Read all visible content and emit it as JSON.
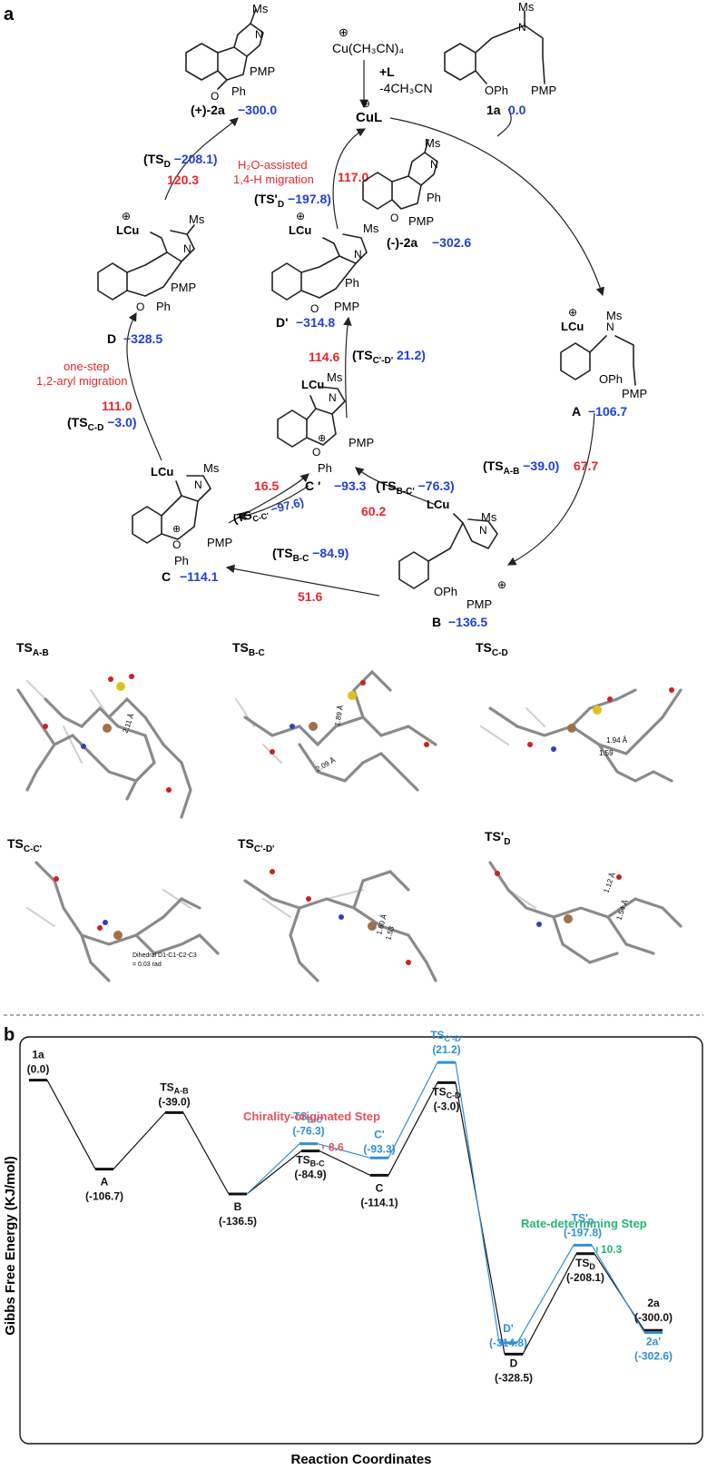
{
  "panel_a_label": "a",
  "panel_b_label": "b",
  "cycle": {
    "cu_source_plus": "⊕",
    "cu_source": "Cu(CH₃CN)₄",
    "plus_L": "+L",
    "minus_mecn": "-4CH₃CN",
    "cul": "CuL",
    "label_2a_pos": "(+)-2a",
    "value_2a_pos": "−300.0",
    "label_2a_neg": "(-)-2a",
    "value_2a_neg": "−302.6",
    "label_1a": "1a",
    "value_1a": "0.0",
    "label_A": "A",
    "value_A": "−106.7",
    "label_B": "B",
    "value_B": "−136.5",
    "label_C": "C",
    "value_C": "−114.1",
    "label_Cp": "C '",
    "value_Cp": "−93.3",
    "label_D": "D",
    "value_D": "−328.5",
    "label_Dp": "D'",
    "value_Dp": "−314.8",
    "ts_d": "(TS",
    "ts_d_sub": "D",
    "ts_d_val": "−208.1)",
    "ts_d_barrier": "120.3",
    "ts_dp": "(TS'",
    "ts_dp_sub": "D",
    "ts_dp_val": "−197.8)",
    "ts_dp_barrier": "117.0",
    "h2o_line1": "H₂O-assisted",
    "h2o_line2": "1,4-H migration",
    "ts_cpdp": "(TS",
    "ts_cpdp_sub": "C'-D'",
    "ts_cpdp_val": "21.2)",
    "ts_cpdp_barrier": "114.6",
    "onestep_line1": "one-step",
    "onestep_line2": "1,2-aryl migration",
    "ts_cd_barrier": "111.0",
    "ts_cd": "(TS",
    "ts_cd_sub": "C-D",
    "ts_cd_val": "−3.0)",
    "ts_ab": "(TS",
    "ts_ab_sub": "A-B",
    "ts_ab_val": "−39.0)",
    "ts_ab_barrier": "67.7",
    "ts_bcp": "(TS",
    "ts_bcp_sub": "B-C'",
    "ts_bcp_val": "−76.3)",
    "ts_bcp_barrier": "60.2",
    "ts_bc": "(TS",
    "ts_bc_sub": "B-C",
    "ts_bc_val": "−84.9)",
    "ts_bc_barrier": "51.6",
    "ts_ccp_barrier": "16.5",
    "ts_ccp": "(TS",
    "ts_ccp_sub": "C-C'",
    "ts_ccp_val": "−97.6)",
    "mol_ms": "Ms",
    "mol_n": "N",
    "mol_o": "O",
    "mol_pmp": "PMP",
    "mol_ph": "Ph",
    "mol_oph": "OPh",
    "mol_lcu": "LCu",
    "mol_plus": "⊕"
  },
  "structures": [
    {
      "label": "TS",
      "sub": "A-B"
    },
    {
      "label": "TS",
      "sub": "B-C"
    },
    {
      "label": "TS",
      "sub": "C-D"
    },
    {
      "label": "TS",
      "sub": "C-C'"
    },
    {
      "label": "TS",
      "sub": "C'-D'"
    },
    {
      "label": "TS'",
      "sub": "D"
    }
  ],
  "structure_notes": {
    "bond_ab": "2.11 Å",
    "bond_bc1": "1.89 Å",
    "bond_bc2": "2.09 Å",
    "bond_cd1": "1.94 Å",
    "bond_cd2": "1.59",
    "dihedral_line1": "Dihedral D1-C1-C2-C3",
    "dihedral_line2": "= 0.03 rad",
    "bond_cpdp1": "1.60 Å",
    "bond_cpdp2": "1.53",
    "bond_tsd1": "1.12 Å",
    "bond_tsd2": "1.54 Å"
  },
  "chart_data": {
    "type": "line",
    "ylabel": "Gibbs Free Energy (KJ/mol)",
    "xlabel": "Reaction Coordinates",
    "annotations": {
      "chirality": "Chirality-originated Step",
      "chirality_gap": "8.6",
      "rds": "Rate-determining Step",
      "rds_gap": "10.3"
    },
    "series": [
      {
        "color": "#111111",
        "points": [
          {
            "name": "1a",
            "value": 0.0,
            "label": "(0.0)"
          },
          {
            "name": "A",
            "value": -106.7,
            "label": "(-106.7)"
          },
          {
            "name": "TS",
            "sub": "A-B",
            "value": -39.0,
            "label": "(-39.0)"
          },
          {
            "name": "B",
            "value": -136.5,
            "label": "(-136.5)"
          },
          {
            "name": "TS",
            "sub": "B-C",
            "value": -84.9,
            "label": "(-84.9)"
          },
          {
            "name": "C",
            "value": -114.1,
            "label": "(-114.1)"
          },
          {
            "name": "TS",
            "sub": "C-D",
            "value": -3.0,
            "label": "(-3.0)"
          },
          {
            "name": "D",
            "value": -328.5,
            "label": "(-328.5)"
          },
          {
            "name": "TS",
            "sub": "D",
            "value": -208.1,
            "label": "(-208.1)"
          },
          {
            "name": "2a",
            "value": -300.0,
            "label": "(-300.0)"
          }
        ]
      },
      {
        "color": "#2f8fd3",
        "points": [
          {
            "name": "B",
            "value": -136.5
          },
          {
            "name": "TS",
            "sub": "B-C'",
            "value": -76.3,
            "label": "(-76.3)"
          },
          {
            "name": "C'",
            "value": -93.3,
            "label": "(-93.3)"
          },
          {
            "name": "TS",
            "sub": "C'-D'",
            "value": 21.2,
            "label": "(21.2)"
          },
          {
            "name": "D'",
            "value": -314.8,
            "label": "(-314.8)"
          },
          {
            "name": "TS'",
            "sub": "D",
            "value": -197.8,
            "label": "(-197.8)"
          },
          {
            "name": "2a'",
            "value": -302.6,
            "label": "(-302.6)"
          }
        ]
      }
    ],
    "ylim": [
      -340,
      30
    ]
  }
}
